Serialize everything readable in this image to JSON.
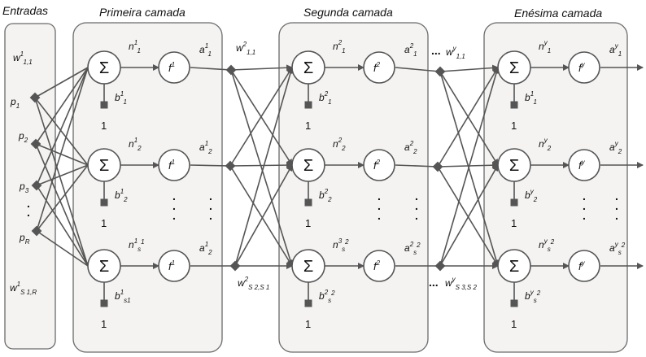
{
  "layers": {
    "input": {
      "title": "Entradas"
    },
    "first": {
      "title": "Primeira camada"
    },
    "second": {
      "title": "Segunda camada"
    },
    "last": {
      "title": "Enésima camada"
    }
  },
  "inputs": [
    {
      "base": "p",
      "sub": "1"
    },
    {
      "base": "p",
      "sub": "2"
    },
    {
      "base": "p",
      "sub": "3"
    },
    {
      "base": "p",
      "sub": "R"
    }
  ],
  "input_weights": {
    "top": {
      "base": "w",
      "sup": "1",
      "sub": "1,1"
    },
    "bottom": {
      "base": "w",
      "sup": "1",
      "sub": "S 1,R"
    }
  },
  "sum_symbol": "Σ",
  "bias_input": "1",
  "layer1": {
    "neurons": [
      {
        "n": {
          "base": "n",
          "sup": "1",
          "sub": "1"
        },
        "f": {
          "base": "f",
          "sup": "1"
        },
        "a": {
          "base": "a",
          "sup": "1",
          "sub": "1"
        },
        "b": {
          "base": "b",
          "sup": "1",
          "sub": "1"
        }
      },
      {
        "n": {
          "base": "n",
          "sup": "1",
          "sub": "2"
        },
        "f": {
          "base": "f",
          "sup": "1"
        },
        "a": {
          "base": "a",
          "sup": "1",
          "sub": "2"
        },
        "b": {
          "base": "b",
          "sup": "1",
          "sub": "2"
        }
      },
      {
        "n": {
          "base": "n",
          "sup": "1",
          "sub": "s",
          "tail": "1"
        },
        "f": {
          "base": "f",
          "sup": "1"
        },
        "a": {
          "base": "a",
          "sup": "1",
          "sub": "2"
        },
        "b": {
          "base": "b",
          "sup": "1",
          "sub": "s1"
        }
      }
    ]
  },
  "layer2": {
    "neurons": [
      {
        "n": {
          "base": "n",
          "sup": "2",
          "sub": "1"
        },
        "f": {
          "base": "f",
          "sup": "2"
        },
        "a": {
          "base": "a",
          "sup": "2",
          "sub": "1"
        },
        "b": {
          "base": "b",
          "sup": "2",
          "sub": "1"
        }
      },
      {
        "n": {
          "base": "n",
          "sup": "2",
          "sub": "2"
        },
        "f": {
          "base": "f",
          "sup": "2"
        },
        "a": {
          "base": "a",
          "sup": "2",
          "sub": "2"
        },
        "b": {
          "base": "b",
          "sup": "2",
          "sub": "2"
        }
      },
      {
        "n": {
          "base": "n",
          "sup": "3",
          "sub": "s",
          "tail": "2"
        },
        "f": {
          "base": "f",
          "sup": "2"
        },
        "a": {
          "base": "a",
          "sup": "2",
          "sub": "s",
          "tail": "2"
        },
        "b": {
          "base": "b",
          "sup": "2",
          "sub": "s",
          "tail": "2"
        }
      }
    ]
  },
  "layerN": {
    "neurons": [
      {
        "n": {
          "base": "n",
          "sup": "y",
          "sub": "1"
        },
        "f": {
          "base": "f",
          "sup": "y"
        },
        "a": {
          "base": "a",
          "sup": "y",
          "sub": "1"
        },
        "b": {
          "base": "b",
          "sup": "1",
          "sub": "1"
        }
      },
      {
        "n": {
          "base": "n",
          "sup": "y",
          "sub": "2"
        },
        "f": {
          "base": "f",
          "sup": "y"
        },
        "a": {
          "base": "a",
          "sup": "y",
          "sub": "2"
        },
        "b": {
          "base": "b",
          "sup": "y",
          "sub": "2"
        }
      },
      {
        "n": {
          "base": "n",
          "sup": "y",
          "sub": "s",
          "tail": "2"
        },
        "f": {
          "base": "f",
          "sup": "y"
        },
        "a": {
          "base": "a",
          "sup": "y",
          "sub": "s",
          "tail": "2"
        },
        "b": {
          "base": "b",
          "sup": "y",
          "sub": "s",
          "tail": "2"
        }
      }
    ]
  },
  "inter_weights": {
    "w2_top": {
      "base": "w",
      "sup": "2",
      "sub": "1,1"
    },
    "w2_bottom": {
      "base": "w",
      "sup": "2",
      "sub": "S 2,S 1"
    },
    "wy_top": {
      "base": "w",
      "sup": "y",
      "sub": "1,1"
    },
    "wy_bottom": {
      "base": "w",
      "sup": "y",
      "sub": "S 3,S 2"
    }
  },
  "ellipsis": "...",
  "colors": {
    "line": "#555555",
    "panel_fill": "#f4f3f1",
    "panel_stroke": "#6a6a6a",
    "node_fill": "#ffffff"
  }
}
